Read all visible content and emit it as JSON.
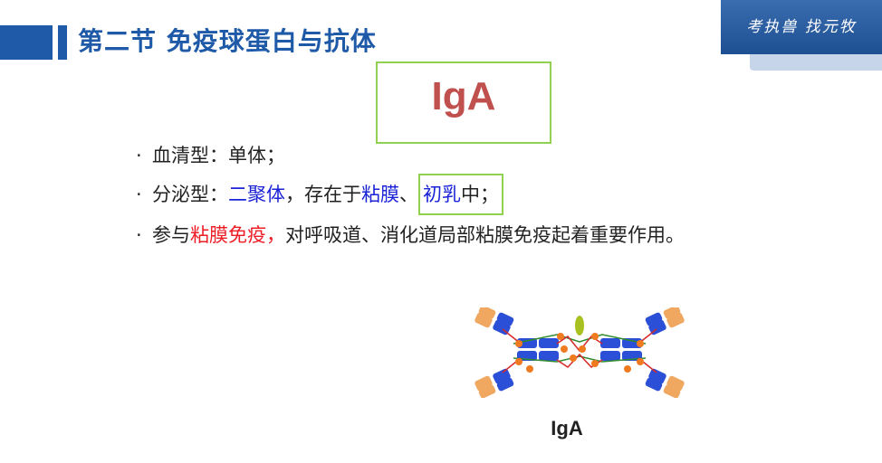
{
  "header": {
    "title": "第二节 免疫球蛋白与抗体",
    "brand": "考执兽  找元牧"
  },
  "main": {
    "heading": "IgA",
    "bullets": [
      {
        "marker": "·",
        "text": "血清型：单体；"
      },
      {
        "marker": "·",
        "prefix": "分泌型：",
        "highlight1": "二聚体",
        "middle": "，存在于",
        "highlight2": "粘膜",
        "sep": "、",
        "boxed": "初乳",
        "tail": "中；"
      },
      {
        "marker": "·",
        "prefix": "参与",
        "highlight": "粘膜免疫，",
        "tail": "对呼吸道、消化道局部粘膜免疫起着重要作用。"
      }
    ],
    "diagram_caption": "IgA"
  },
  "colors": {
    "accent_blue": "#1f5aa8",
    "highlight_blue": "#1a23d6",
    "highlight_red": "#ee1c25",
    "box_green": "#92d050",
    "heading_red": "#c0504d"
  }
}
